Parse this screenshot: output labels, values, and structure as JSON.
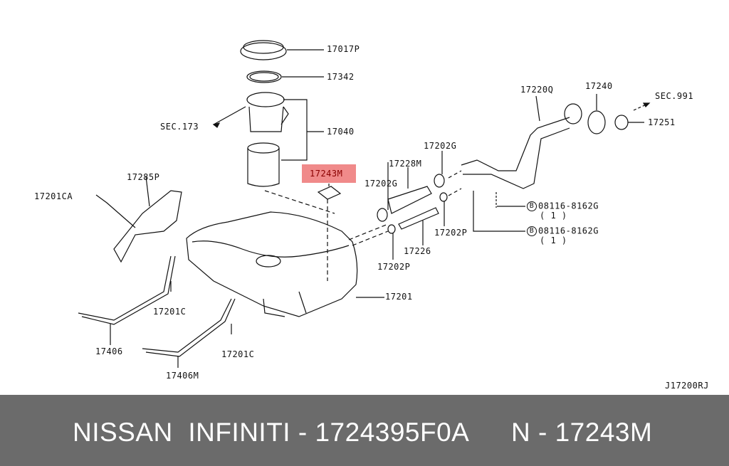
{
  "diagram": {
    "highlighted_part": "17243M",
    "highlight_color": "#f08a8a",
    "labels": {
      "p17017P": "17017P",
      "p17342": "17342",
      "sec173": "SEC.173",
      "p17040": "17040",
      "p17243M": "17243M",
      "p17285P": "17285P",
      "p17201CA": "17201CA",
      "p17228M": "17228M",
      "p17202G_a": "17202G",
      "p17202G_b": "17202G",
      "p17220Q": "17220Q",
      "p17240": "17240",
      "sec991": "SEC.991",
      "p17251": "17251",
      "bolt_a": "08116-8162G",
      "bolt_a_qty": "( 1 )",
      "bolt_b": "08116-8162G",
      "bolt_b_qty": "( 1 )",
      "bolt_symbol": "B",
      "p17202P_a": "17202P",
      "p17202P_b": "17202P",
      "p17226": "17226",
      "p17201": "17201",
      "p17201C_a": "17201C",
      "p17201C_b": "17201C",
      "p17406": "17406",
      "p17406M": "17406M",
      "diagram_code": "J17200RJ"
    }
  },
  "footer": {
    "brand": "NISSAN  INFINITI - 1724395F0A",
    "part": "N - 17243M"
  }
}
